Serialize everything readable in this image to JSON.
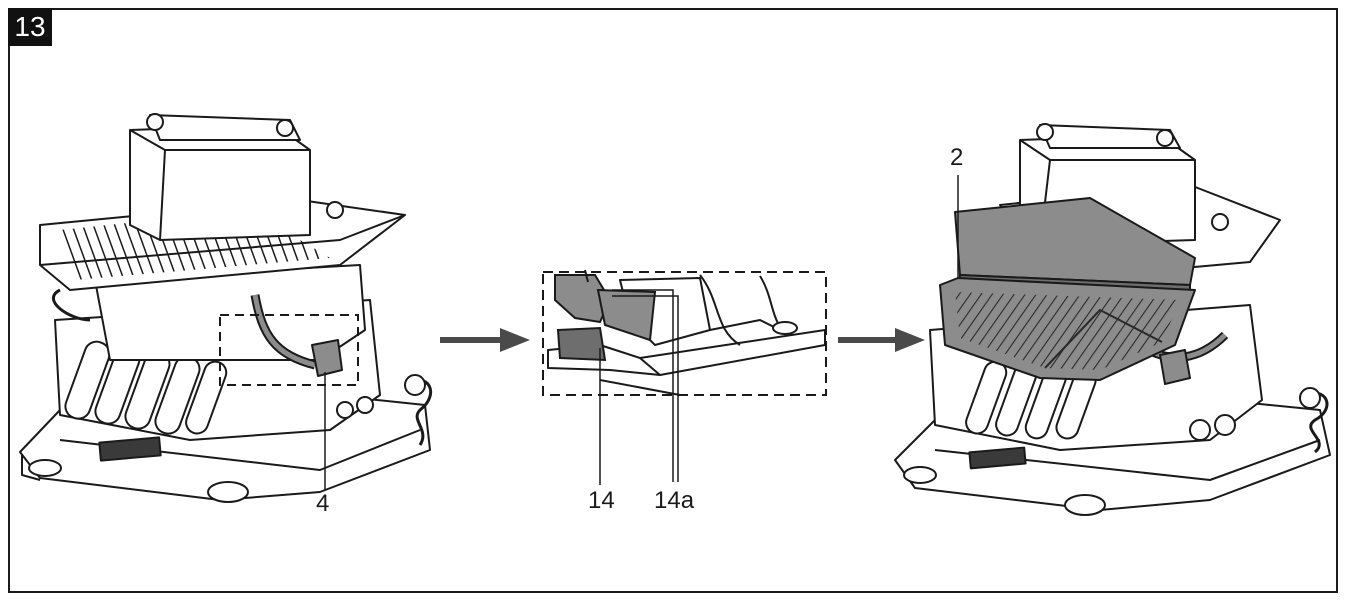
{
  "figure": {
    "number": "13",
    "callouts": {
      "left": "4",
      "detail_a": "14",
      "detail_b": "14a",
      "right": "2"
    },
    "colors": {
      "line": "#1a1a1a",
      "part_fill": "#8c8c8c",
      "part_dark": "#6e6e6e",
      "body_fill": "#ffffff",
      "arrow": "#4a4a4a"
    }
  }
}
